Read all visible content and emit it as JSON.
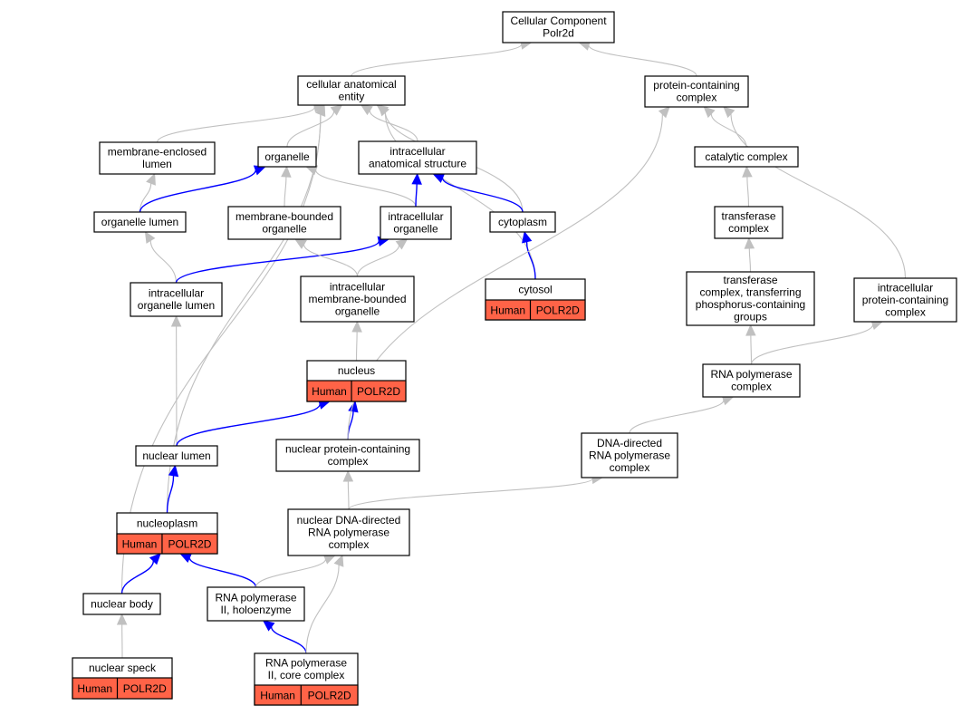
{
  "colors": {
    "gray_edge": "#c0c0c0",
    "blue_edge": "#0000ff",
    "node_border": "#000000",
    "node_fill": "#ffffff",
    "annotation_fill": "#ff6347"
  },
  "nodes": [
    {
      "id": "cc",
      "lines": [
        "Cellular Component",
        "Polr2d"
      ]
    },
    {
      "id": "cae",
      "lines": [
        "cellular anatomical",
        "entity"
      ]
    },
    {
      "id": "pcc",
      "lines": [
        "protein-containing",
        "complex"
      ]
    },
    {
      "id": "mel",
      "lines": [
        "membrane-enclosed",
        "lumen"
      ]
    },
    {
      "id": "org",
      "lines": [
        "organelle"
      ]
    },
    {
      "id": "ias",
      "lines": [
        "intracellular",
        "anatomical structure"
      ]
    },
    {
      "id": "cat",
      "lines": [
        "catalytic complex"
      ]
    },
    {
      "id": "orgl",
      "lines": [
        "organelle lumen"
      ]
    },
    {
      "id": "mbo",
      "lines": [
        "membrane-bounded",
        "organelle"
      ]
    },
    {
      "id": "iorg",
      "lines": [
        "intracellular",
        "organelle"
      ]
    },
    {
      "id": "cyto",
      "lines": [
        "cytoplasm"
      ]
    },
    {
      "id": "tc",
      "lines": [
        "transferase",
        "complex"
      ]
    },
    {
      "id": "iol",
      "lines": [
        "intracellular",
        "organelle lumen"
      ]
    },
    {
      "id": "imbo",
      "lines": [
        "intracellular",
        "membrane-bounded",
        "organelle"
      ]
    },
    {
      "id": "cytosol",
      "lines": [
        "cytosol"
      ],
      "annotation": [
        "Human",
        "POLR2D"
      ]
    },
    {
      "id": "tcp",
      "lines": [
        "transferase",
        "complex, transferring",
        "phosphorus-containing",
        "groups"
      ]
    },
    {
      "id": "ipcc",
      "lines": [
        "intracellular",
        "protein-containing",
        "complex"
      ]
    },
    {
      "id": "nucleus",
      "lines": [
        "nucleus"
      ],
      "annotation": [
        "Human",
        "POLR2D"
      ]
    },
    {
      "id": "rnap",
      "lines": [
        "RNA polymerase",
        "complex"
      ]
    },
    {
      "id": "nl",
      "lines": [
        "nuclear lumen"
      ]
    },
    {
      "id": "npcc",
      "lines": [
        "nuclear protein-containing",
        "complex"
      ]
    },
    {
      "id": "ddrp",
      "lines": [
        "DNA-directed",
        "RNA polymerase",
        "complex"
      ]
    },
    {
      "id": "np",
      "lines": [
        "nucleoplasm"
      ],
      "annotation": [
        "Human",
        "POLR2D"
      ]
    },
    {
      "id": "nddrp",
      "lines": [
        "nuclear DNA-directed",
        "RNA polymerase",
        "complex"
      ]
    },
    {
      "id": "nb",
      "lines": [
        "nuclear body"
      ]
    },
    {
      "id": "rnap2h",
      "lines": [
        "RNA polymerase",
        "II, holoenzyme"
      ]
    },
    {
      "id": "ns",
      "lines": [
        "nuclear speck"
      ],
      "annotation": [
        "Human",
        "POLR2D"
      ]
    },
    {
      "id": "rnap2c",
      "lines": [
        "RNA polymerase",
        "II, core complex"
      ],
      "annotation": [
        "Human",
        "POLR2D"
      ]
    }
  ],
  "edges": [
    {
      "from": "cae",
      "to": "cc",
      "color": "gray"
    },
    {
      "from": "pcc",
      "to": "cc",
      "color": "gray"
    },
    {
      "from": "mel",
      "to": "cae",
      "color": "gray"
    },
    {
      "from": "org",
      "to": "cae",
      "color": "gray"
    },
    {
      "from": "ias",
      "to": "cae",
      "color": "gray"
    },
    {
      "from": "cyto",
      "to": "cae",
      "color": "gray"
    },
    {
      "from": "cytosol",
      "to": "cae",
      "color": "gray"
    },
    {
      "from": "nb",
      "to": "cae",
      "color": "gray"
    },
    {
      "from": "np",
      "to": "cae",
      "color": "gray"
    },
    {
      "from": "orgl",
      "to": "mel",
      "color": "gray"
    },
    {
      "from": "orgl",
      "to": "org",
      "color": "blue"
    },
    {
      "from": "mbo",
      "to": "org",
      "color": "gray"
    },
    {
      "from": "iorg",
      "to": "org",
      "color": "gray"
    },
    {
      "from": "iorg",
      "to": "ias",
      "color": "blue"
    },
    {
      "from": "cyto",
      "to": "ias",
      "color": "blue"
    },
    {
      "from": "iol",
      "to": "orgl",
      "color": "gray"
    },
    {
      "from": "iol",
      "to": "iorg",
      "color": "blue"
    },
    {
      "from": "imbo",
      "to": "mbo",
      "color": "gray"
    },
    {
      "from": "imbo",
      "to": "iorg",
      "color": "gray"
    },
    {
      "from": "cytosol",
      "to": "cyto",
      "color": "blue"
    },
    {
      "from": "nucleus",
      "to": "imbo",
      "color": "gray"
    },
    {
      "from": "nl",
      "to": "iol",
      "color": "gray"
    },
    {
      "from": "nl",
      "to": "nucleus",
      "color": "blue"
    },
    {
      "from": "npcc",
      "to": "nucleus",
      "color": "blue"
    },
    {
      "from": "npcc",
      "to": "pcc",
      "color": "gray"
    },
    {
      "from": "cat",
      "to": "pcc",
      "color": "gray"
    },
    {
      "from": "ipcc",
      "to": "pcc",
      "color": "gray"
    },
    {
      "from": "tc",
      "to": "cat",
      "color": "gray"
    },
    {
      "from": "tcp",
      "to": "tc",
      "color": "gray"
    },
    {
      "from": "rnap",
      "to": "tcp",
      "color": "gray"
    },
    {
      "from": "rnap",
      "to": "ipcc",
      "color": "gray"
    },
    {
      "from": "ddrp",
      "to": "rnap",
      "color": "gray"
    },
    {
      "from": "np",
      "to": "nl",
      "color": "blue"
    },
    {
      "from": "nddrp",
      "to": "npcc",
      "color": "gray"
    },
    {
      "from": "nddrp",
      "to": "ddrp",
      "color": "gray"
    },
    {
      "from": "nb",
      "to": "np",
      "color": "blue"
    },
    {
      "from": "rnap2h",
      "to": "np",
      "color": "blue"
    },
    {
      "from": "rnap2h",
      "to": "nddrp",
      "color": "gray"
    },
    {
      "from": "ns",
      "to": "nb",
      "color": "gray"
    },
    {
      "from": "rnap2c",
      "to": "rnap2h",
      "color": "blue"
    },
    {
      "from": "rnap2c",
      "to": "nddrp",
      "color": "gray"
    }
  ]
}
